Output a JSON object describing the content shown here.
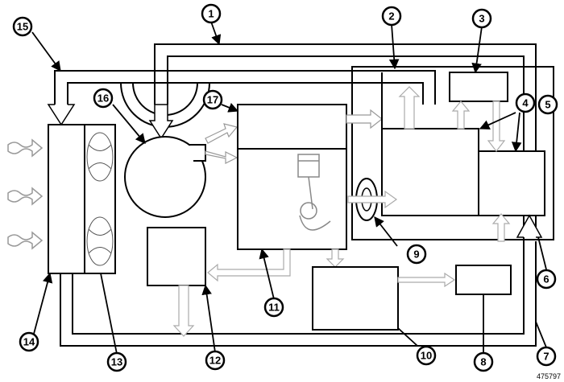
{
  "figure_id": "475797",
  "callouts": [
    "1",
    "2",
    "3",
    "4",
    "5",
    "6",
    "7",
    "8",
    "9",
    "10",
    "11",
    "12",
    "13",
    "14",
    "15",
    "16",
    "17"
  ],
  "colors": {
    "line": "#000000",
    "fill": "#ffffff",
    "flow": "#c8c8c8"
  }
}
